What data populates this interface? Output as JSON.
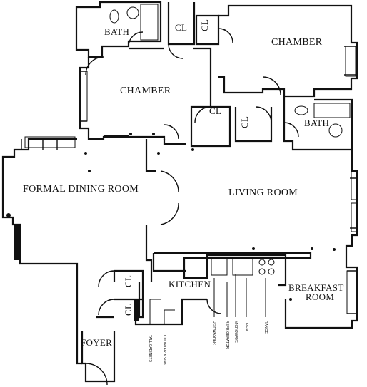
{
  "rooms": {
    "bath_top": "BATH",
    "closet_top1": "CL",
    "closet_top2": "CL",
    "chamber_right": "CHAMBER",
    "chamber_left": "CHAMBER",
    "closet_mid1": "CL",
    "closet_mid2": "CL",
    "bath_right": "BATH",
    "formal_dining": "FORMAL DINING ROOM",
    "living_room": "LIVING ROOM",
    "closet_foyer1": "CL",
    "closet_foyer2": "CL",
    "kitchen": "KITCHEN",
    "breakfast_line1": "BREAKFAST",
    "breakfast_line2": "ROOM",
    "foyer": "FOYER"
  },
  "appliance_labels": [
    "TALL CABINETS",
    "COUNTER & SINK",
    "DISHWASHER",
    "REFRIGERATOR",
    "MICROWAVE",
    "OVEN",
    "RANGE"
  ]
}
